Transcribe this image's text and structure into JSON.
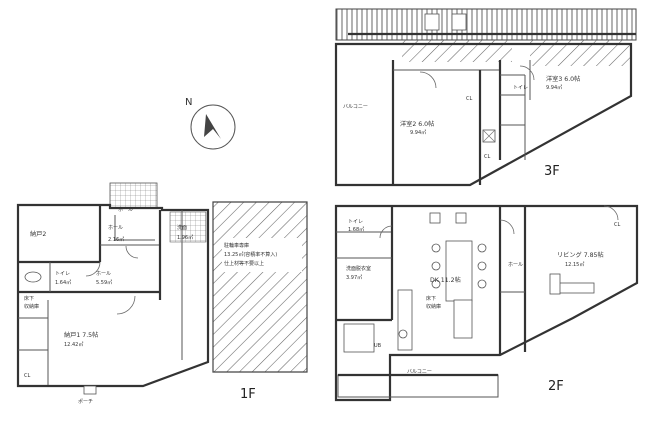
{
  "compass": {
    "label": "N"
  },
  "floor1": {
    "label": "1F",
    "rooms": [
      {
        "name": "納戸2"
      },
      {
        "name": "ホール"
      },
      {
        "name": "ホール",
        "area": "2.16㎡"
      },
      {
        "name": "洗面",
        "area": "1.96㎡"
      },
      {
        "name": "トイレ",
        "area": "1.64㎡"
      },
      {
        "name": "ホール",
        "area": "5.59㎡"
      },
      {
        "name": "納戸1 7.5帖",
        "area": "12.42㎡"
      }
    ],
    "parking": {
      "name": "駐輪車専庫",
      "area": "13.25㎡(容積率不算入)",
      "note": "仕上材等不要以上"
    },
    "storage": "床下",
    "storage_sub": "収納庫",
    "closet": "CL",
    "entrance": "ポーチ"
  },
  "floor2": {
    "label": "2F",
    "rooms": [
      {
        "name": "トイレ",
        "area": "1.68㎡"
      },
      {
        "name": "洗面脱衣室",
        "area": "3.97㎡"
      },
      {
        "name": "UB"
      },
      {
        "name": "DK 11.2帖"
      },
      {
        "name": "床下",
        "sub": "収納庫"
      },
      {
        "name": "ホール"
      },
      {
        "name": "リビング 7.85帖",
        "area": "12.15㎡"
      }
    ],
    "closet": "CL",
    "balcony": "バルコニー"
  },
  "floor3": {
    "label": "3F",
    "rooms": [
      {
        "name": "洋室2 6.0帖",
        "area": "9.94㎡"
      },
      {
        "name": "洋室3 6.0帖",
        "area": "9.94㎡"
      }
    ],
    "balcony": "バルコニー",
    "closet_1": "CL",
    "closet_2": "CL",
    "wc": "トイレ"
  }
}
